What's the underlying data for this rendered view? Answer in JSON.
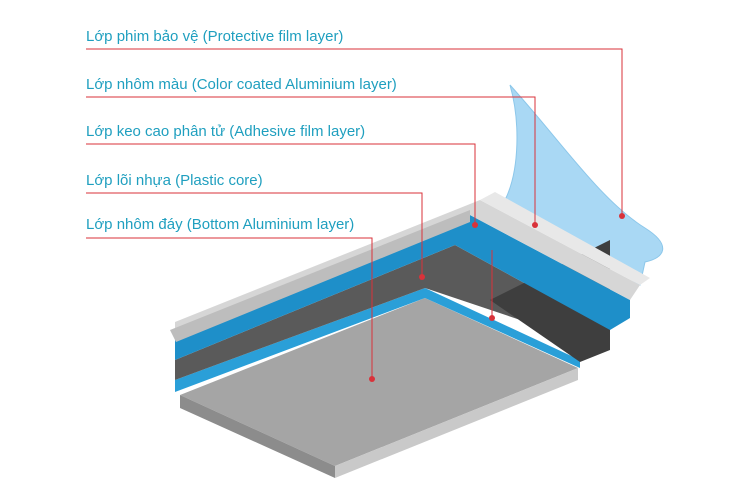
{
  "layers": [
    {
      "label": "Lớp phim bảo vệ (Protective film layer)",
      "color": "#a7d7f3"
    },
    {
      "label": "Lớp nhôm màu (Color coated Aluminium layer)",
      "color": "#cfcfcf"
    },
    {
      "label": "Lớp keo cao phân tử (Adhesive film layer)",
      "color": "#1e8fc9"
    },
    {
      "label": "Lớp lõi nhựa (Plastic core)",
      "color": "#4a4a4a"
    },
    {
      "label": "Lớp nhôm đáy (Bottom Aluminium layer)",
      "color": "#9a9a9a"
    }
  ],
  "colors": {
    "text": "#1f9fbf",
    "leader": "#d9323a"
  }
}
